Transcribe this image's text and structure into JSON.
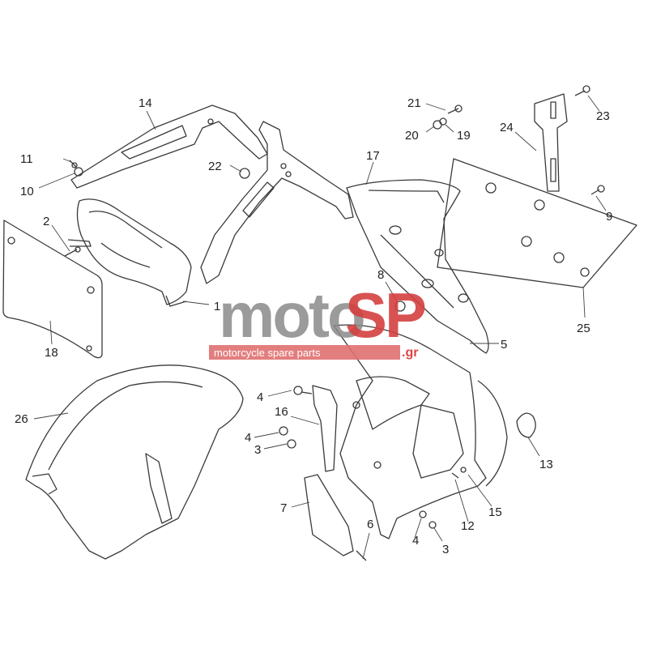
{
  "diagram": {
    "callouts": [
      {
        "id": "c1",
        "label": "1"
      },
      {
        "id": "c2",
        "label": "2"
      },
      {
        "id": "c3a",
        "label": "3"
      },
      {
        "id": "c3b",
        "label": "3"
      },
      {
        "id": "c4a",
        "label": "4"
      },
      {
        "id": "c4b",
        "label": "4"
      },
      {
        "id": "c4c",
        "label": "4"
      },
      {
        "id": "c5",
        "label": "5"
      },
      {
        "id": "c6",
        "label": "6"
      },
      {
        "id": "c7",
        "label": "7"
      },
      {
        "id": "c8",
        "label": "8"
      },
      {
        "id": "c9",
        "label": "9"
      },
      {
        "id": "c10",
        "label": "10"
      },
      {
        "id": "c11",
        "label": "11"
      },
      {
        "id": "c12",
        "label": "12"
      },
      {
        "id": "c13",
        "label": "13"
      },
      {
        "id": "c14",
        "label": "14"
      },
      {
        "id": "c15",
        "label": "15"
      },
      {
        "id": "c16",
        "label": "16"
      },
      {
        "id": "c17",
        "label": "17"
      },
      {
        "id": "c18",
        "label": "18"
      },
      {
        "id": "c19",
        "label": "19"
      },
      {
        "id": "c20",
        "label": "20"
      },
      {
        "id": "c21",
        "label": "21"
      },
      {
        "id": "c22",
        "label": "22"
      },
      {
        "id": "c23",
        "label": "23"
      },
      {
        "id": "c24",
        "label": "24"
      },
      {
        "id": "c25",
        "label": "25"
      },
      {
        "id": "c26",
        "label": "26"
      }
    ]
  },
  "watermark": {
    "brand_left": "moto",
    "brand_right": "SP",
    "domain_suffix": ".gr",
    "tagline": "motorcycle spare parts",
    "colors": {
      "left": "#8a8a8a",
      "right": "#d44040",
      "band": "#e07070"
    }
  }
}
